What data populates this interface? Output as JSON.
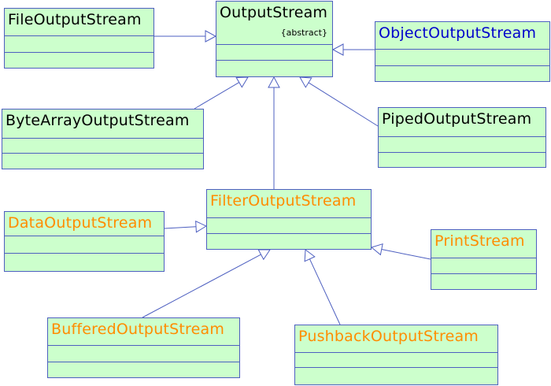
{
  "colors": {
    "box_fill": "#ccffcc",
    "box_border": "#4d5fc0",
    "edge": "#4d5fc0",
    "name_default": "#000000",
    "name_object": "#0000cc",
    "name_decorator": "#ff8c00"
  },
  "classes": {
    "output_stream": {
      "name": "OutputStream",
      "stereotype": "{abstract}"
    },
    "file_output_stream": {
      "name": "FileOutputStream"
    },
    "object_output_stream": {
      "name": "ObjectOutputStream"
    },
    "byte_array_output_stream": {
      "name": "ByteArrayOutputStream"
    },
    "piped_output_stream": {
      "name": "PipedOutputStream"
    },
    "filter_output_stream": {
      "name": "FilterOutputStream"
    },
    "data_output_stream": {
      "name": "DataOutputStream"
    },
    "print_stream": {
      "name": "PrintStream"
    },
    "buffered_output_stream": {
      "name": "BufferedOutputStream"
    },
    "pushback_output_stream": {
      "name": "PushbackOutputStream"
    }
  },
  "edges": [
    {
      "from": "file_output_stream",
      "to": "output_stream",
      "kind": "generalization"
    },
    {
      "from": "object_output_stream",
      "to": "output_stream",
      "kind": "generalization"
    },
    {
      "from": "byte_array_output_stream",
      "to": "output_stream",
      "kind": "generalization"
    },
    {
      "from": "piped_output_stream",
      "to": "output_stream",
      "kind": "generalization"
    },
    {
      "from": "filter_output_stream",
      "to": "output_stream",
      "kind": "generalization"
    },
    {
      "from": "data_output_stream",
      "to": "filter_output_stream",
      "kind": "generalization"
    },
    {
      "from": "print_stream",
      "to": "filter_output_stream",
      "kind": "generalization"
    },
    {
      "from": "buffered_output_stream",
      "to": "filter_output_stream",
      "kind": "generalization"
    },
    {
      "from": "pushback_output_stream",
      "to": "filter_output_stream",
      "kind": "generalization"
    }
  ]
}
